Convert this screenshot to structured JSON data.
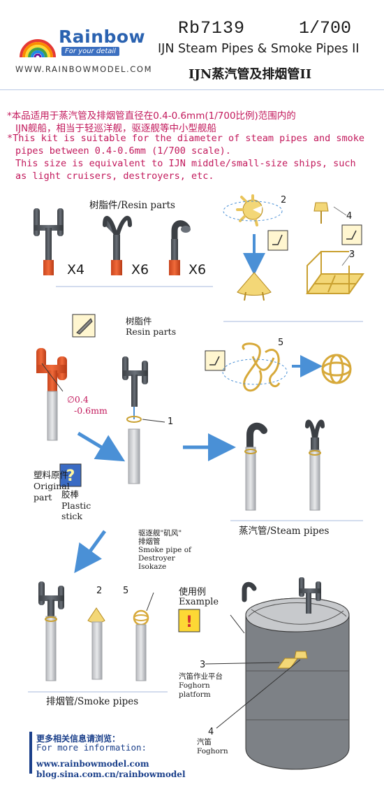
{
  "header": {
    "product_code": "Rb7139",
    "scale": "1/700",
    "title_en": "IJN Steam Pipes & Smoke Pipes II",
    "title_cn": "IJN蒸汽管及排烟管II",
    "brand_name": "Rainbow",
    "brand_tagline": "For your detail",
    "website": "WWW.RAINBOWMODEL.COM"
  },
  "notes": {
    "cn_line1": "*本品适用于蒸汽管及排烟管直径在0.4-0.6mm(1/700比例)范围内的",
    "cn_line2": "IJN舰船，相当于轻巡洋舰，驱逐舰等中小型舰船",
    "en_line1": "*This kit is suitable for the diameter of steam pipes and smoke",
    "en_line2": "pipes between 0.4-0.6mm (1/700 scale).",
    "en_line3": "This size is equivalent to IJN middle/small-size ships, such",
    "en_line4": "as light cruisers, destroyers, etc."
  },
  "parts": {
    "resin_parts_label": "树脂件/Resin parts",
    "qty_a": "X4",
    "qty_b": "X6",
    "qty_c": "X6",
    "num_2": "2",
    "num_3": "3",
    "num_4": "4",
    "num_5": "5"
  },
  "steps": {
    "resin_cn": "树脂件",
    "resin_en": "Resin parts",
    "diameter_1": "∅0.4",
    "diameter_2": "-0.6mm",
    "num_1": "1",
    "original_cn": "塑料原件",
    "original_en_1": "Original",
    "original_en_2": "part",
    "plastic_cn": "胶棒",
    "plastic_en_1": "Plastic",
    "plastic_en_2": "stick",
    "steam_label": "蒸汽管/Steam pipes",
    "destroyer_cn_1": "驱逐舰\"矶风\"",
    "destroyer_cn_2": "排烟管",
    "destroyer_en_1": "Smoke pipe of",
    "destroyer_en_2": "Destroyer",
    "destroyer_en_3": "Isokaze",
    "smoke_num_2": "2",
    "smoke_num_5": "5",
    "smoke_label": "排烟管/Smoke pipes",
    "example_cn": "使用例",
    "example_en": "Example",
    "ex_num_3": "3",
    "ex_platform_cn": "汽笛作业平台",
    "ex_platform_en_1": "Foghorn",
    "ex_platform_en_2": "platform",
    "ex_num_4": "4",
    "ex_foghorn_cn": "汽笛",
    "ex_foghorn_en": "Foghorn"
  },
  "footer": {
    "more_cn": "更多相关信息请浏览：",
    "more_en": "For more information:",
    "url_1": "www.rainbowmodel.com",
    "url_2": "blog.sina.com.cn/rainbowmodel"
  },
  "colors": {
    "note_red": "#c2185b",
    "resin_dark": "#4a4f55",
    "resin_orange": "#e2572a",
    "pe_gold": "#e9c45a",
    "arrow_blue": "#4a90d6",
    "rule_blue": "#b9c8e4",
    "link_blue": "#1a3f8a"
  },
  "icons": [
    "rainbow-logo-icon",
    "resin-part-icon",
    "photo-etch-fold-icon",
    "knife-icon",
    "question-icon",
    "warning-icon",
    "arrow-icon"
  ]
}
